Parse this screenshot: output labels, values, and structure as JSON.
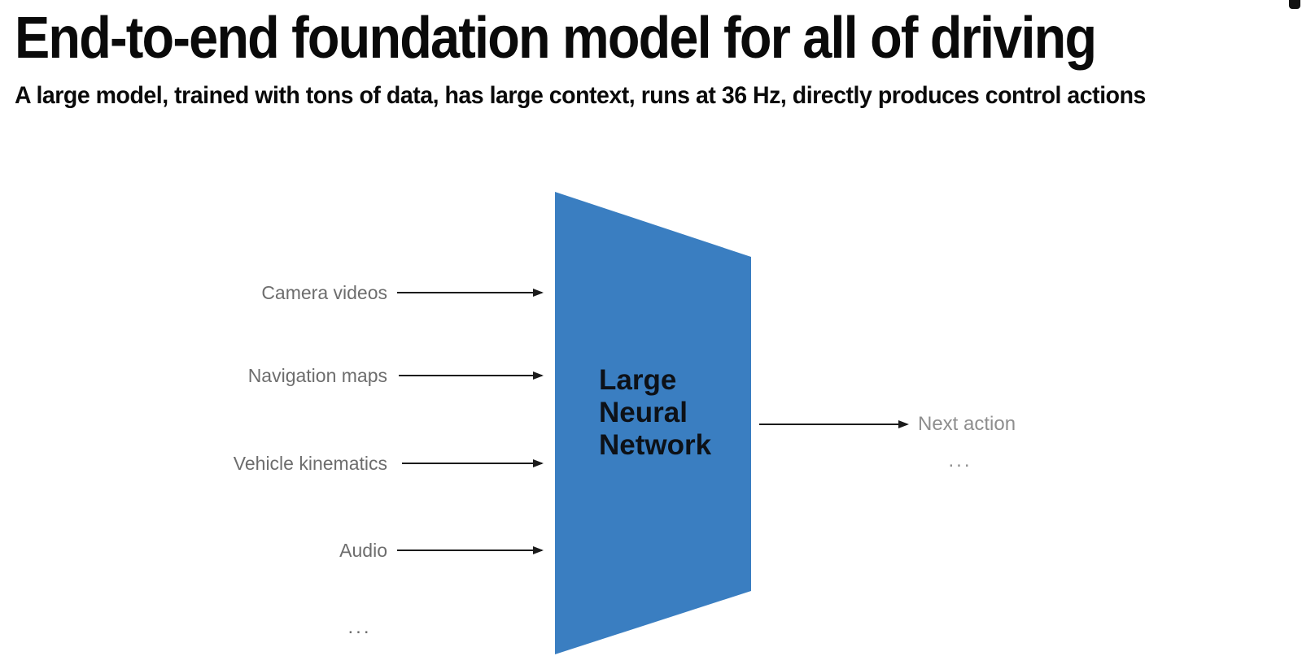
{
  "header": {
    "title": "End-to-end foundation model for all of driving",
    "subtitle": "A large model, trained with tons of data, has large context, runs at 36 Hz, directly produces control actions"
  },
  "diagram": {
    "inputs": [
      {
        "label": "Camera videos"
      },
      {
        "label": "Navigation maps"
      },
      {
        "label": "Vehicle kinematics"
      },
      {
        "label": "Audio"
      }
    ],
    "inputs_more": "...",
    "model_label": "Large\nNeural\nNetwork",
    "output_label": "Next action",
    "output_more": "..."
  },
  "colors": {
    "model_fill": "#3a7ec1",
    "model_text": "#0d1117",
    "arrow": "#1b1b1b",
    "input_label_gray": "#6d6d6d",
    "output_label_gray": "#8e8e8e",
    "title_black": "#0a0a0a"
  }
}
